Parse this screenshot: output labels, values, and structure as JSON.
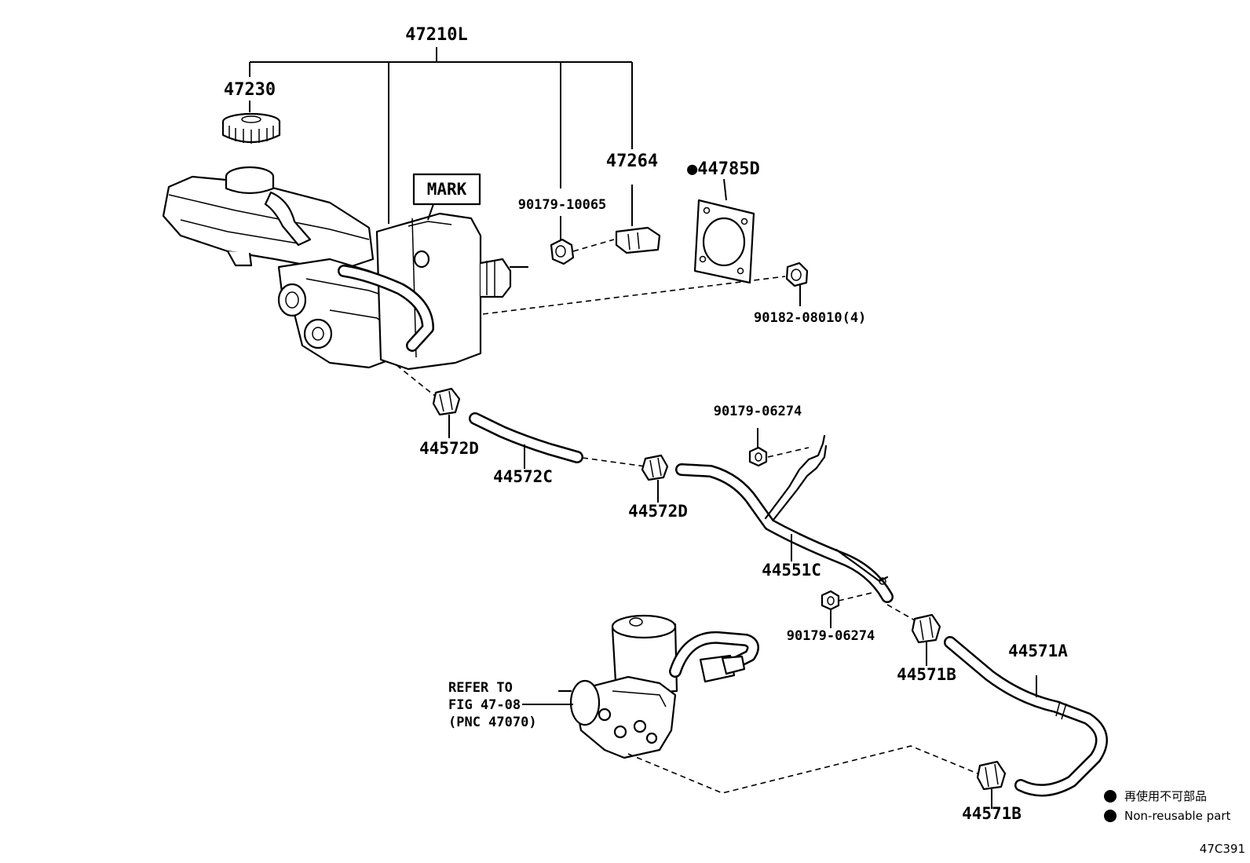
{
  "colors": {
    "ink": "#000000",
    "paper": "#ffffff"
  },
  "parts": {
    "p47210L": "47210L",
    "p47230": "47230",
    "mark": "MARK",
    "p90179_10065": "90179-10065",
    "p47264": "47264",
    "p44785D": "●44785D",
    "p90182_08010": "90182-08010(4)",
    "p44572D_a": "44572D",
    "p44572C": "44572C",
    "p44572D_b": "44572D",
    "p90179_06274_a": "90179-06274",
    "p44551C": "44551C",
    "p90179_06274_b": "90179-06274",
    "p44571B_a": "44571B",
    "p44571A": "44571A",
    "p44571B_b": "44571B"
  },
  "refer": {
    "line1": "REFER TO",
    "line2": "FIG 47-08",
    "line3": "(PNC 47070)"
  },
  "legend": {
    "jp": "再使用不可部品",
    "en": "Non-reusable part"
  },
  "figure_code": "47C391"
}
